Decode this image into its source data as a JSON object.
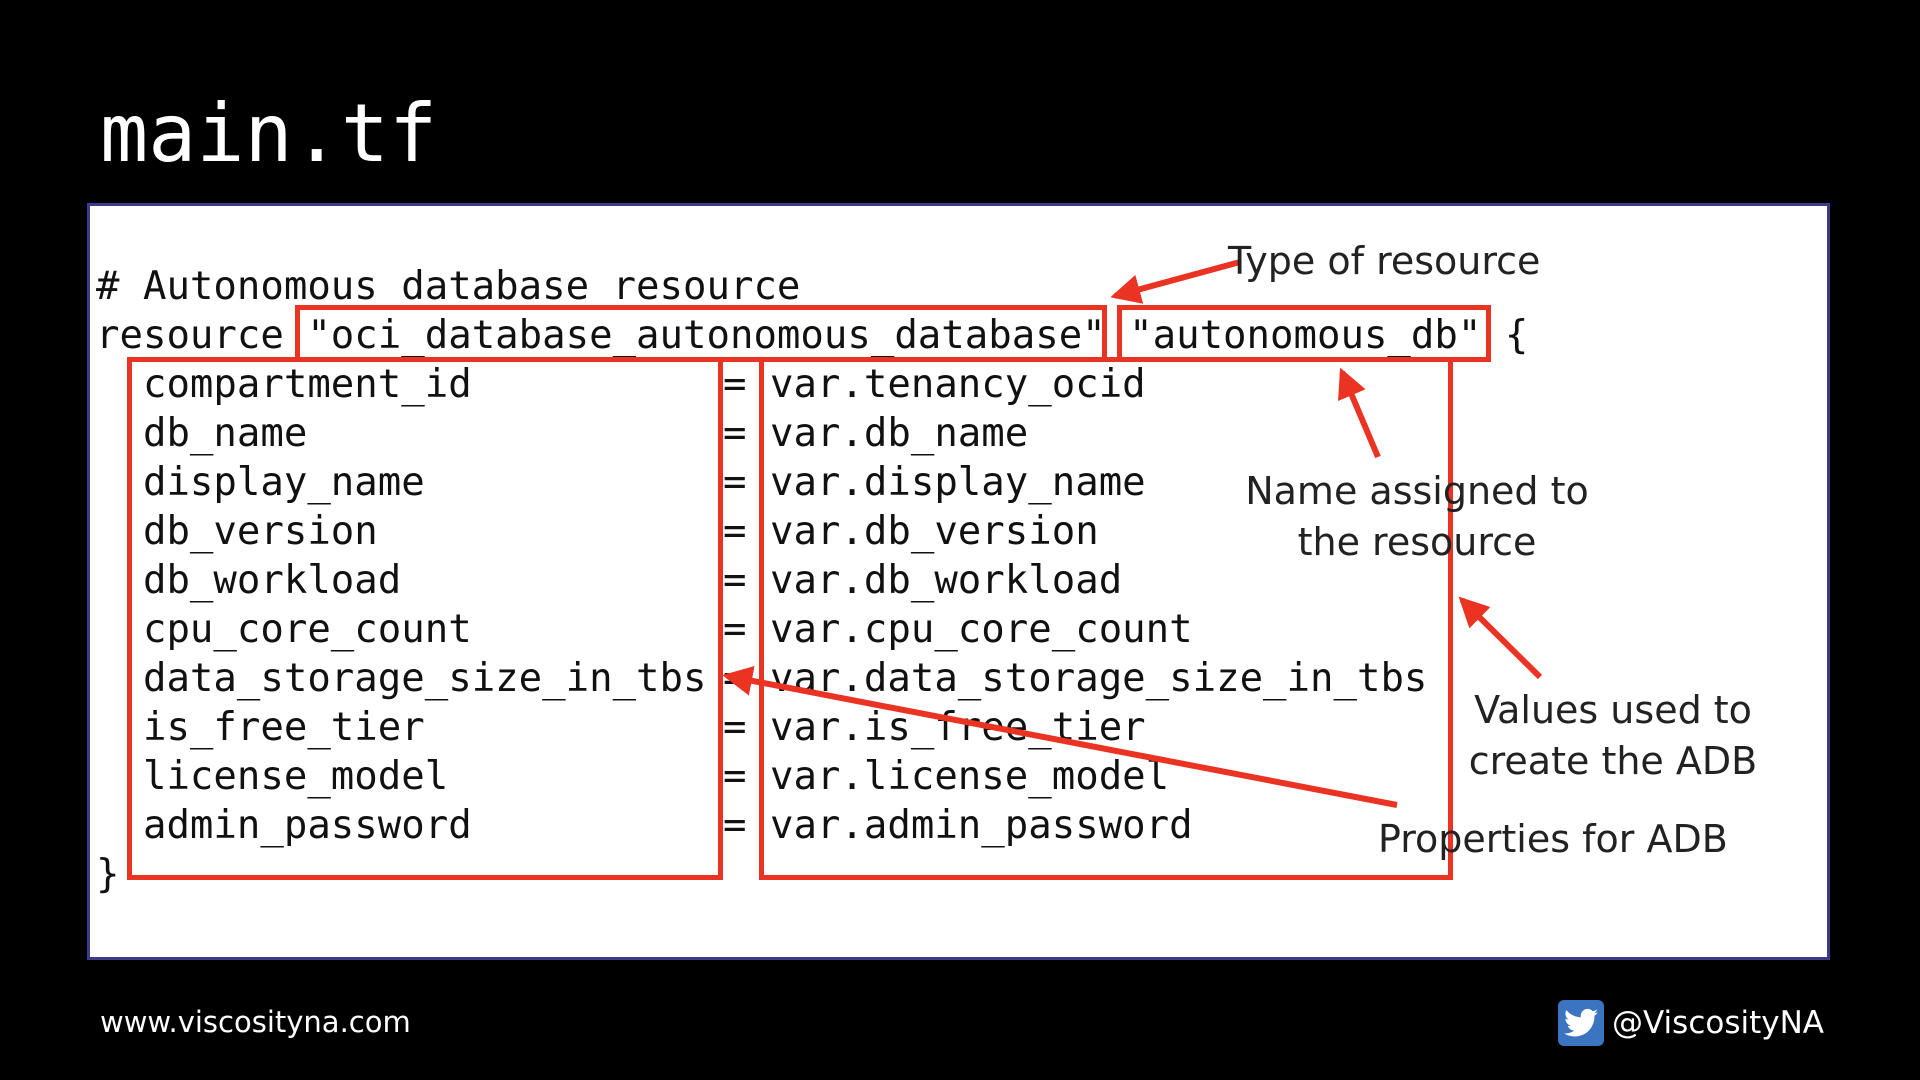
{
  "slide": {
    "title": "main.tf"
  },
  "code": {
    "comment": "# Autonomous database resource",
    "resource_keyword": "resource",
    "resource_type": "\"oci_database_autonomous_database\"",
    "resource_name": "\"autonomous_db\"",
    "open_brace": "{",
    "close_brace": "}",
    "equals": "=",
    "properties": [
      {
        "key": "compartment_id",
        "value": "var.tenancy_ocid"
      },
      {
        "key": "db_name",
        "value": "var.db_name"
      },
      {
        "key": "display_name",
        "value": "var.display_name"
      },
      {
        "key": "db_version",
        "value": "var.db_version"
      },
      {
        "key": "db_workload",
        "value": "var.db_workload"
      },
      {
        "key": "cpu_core_count",
        "value": "var.cpu_core_count"
      },
      {
        "key": "data_storage_size_in_tbs",
        "value": "var.data_storage_size_in_tbs"
      },
      {
        "key": "is_free_tier",
        "value": "var.is_free_tier"
      },
      {
        "key": "license_model",
        "value": "var.license_model"
      },
      {
        "key": "admin_password",
        "value": "var.admin_password"
      }
    ]
  },
  "annotations": {
    "type_of_resource": "Type of resource",
    "name_assigned_line1": "Name assigned to",
    "name_assigned_line2": "the resource",
    "values_used_line1": "Values used to",
    "values_used_line2": "create the ADB",
    "properties_for_adb": "Properties for ADB"
  },
  "footer": {
    "website": "www.viscosityna.com",
    "twitter_handle": "@ViscosityNA",
    "twitter_icon": "twitter-bird-icon"
  },
  "colors": {
    "background": "#000000",
    "panel": "#ffffff",
    "panel_border": "#3d3a8c",
    "highlight": "#ea3323",
    "twitter": "#3b74c0"
  }
}
